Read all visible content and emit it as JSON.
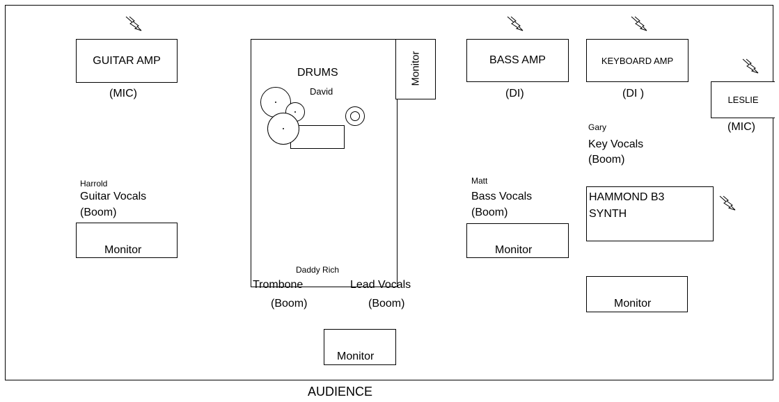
{
  "stage": {
    "guitar_amp": {
      "label": "GUITAR AMP",
      "input": "(MIC)"
    },
    "drums": {
      "label": "DRUMS",
      "player": "David",
      "monitor": "Monitor"
    },
    "bass_amp": {
      "label": "BASS AMP",
      "input": "(DI)"
    },
    "keyboard_amp": {
      "label": "KEYBOARD AMP",
      "input": "(DI )"
    },
    "leslie": {
      "label": "LESLIE",
      "input": "(MIC)"
    },
    "gary": {
      "name": "Gary",
      "role": "Key Vocals",
      "mic": "(Boom)"
    },
    "harrold": {
      "name": "Harrold",
      "role": "Guitar Vocals",
      "mic": "(Boom)",
      "monitor": "Monitor"
    },
    "matt": {
      "name": "Matt",
      "role": "Bass Vocals",
      "mic": "(Boom)",
      "monitor": "Monitor"
    },
    "hammond": {
      "line1": "HAMMOND B3",
      "line2": "SYNTH",
      "monitor": "Monitor"
    },
    "daddy_rich": {
      "name": "Daddy Rich",
      "trombone": "Trombone",
      "trombone_mic": "(Boom)",
      "lead_vocals": "Lead Vocals",
      "lead_vocals_mic": "(Boom)",
      "monitor": "Monitor"
    }
  },
  "audience": "AUDIENCE",
  "icons": [
    "power-icon"
  ]
}
